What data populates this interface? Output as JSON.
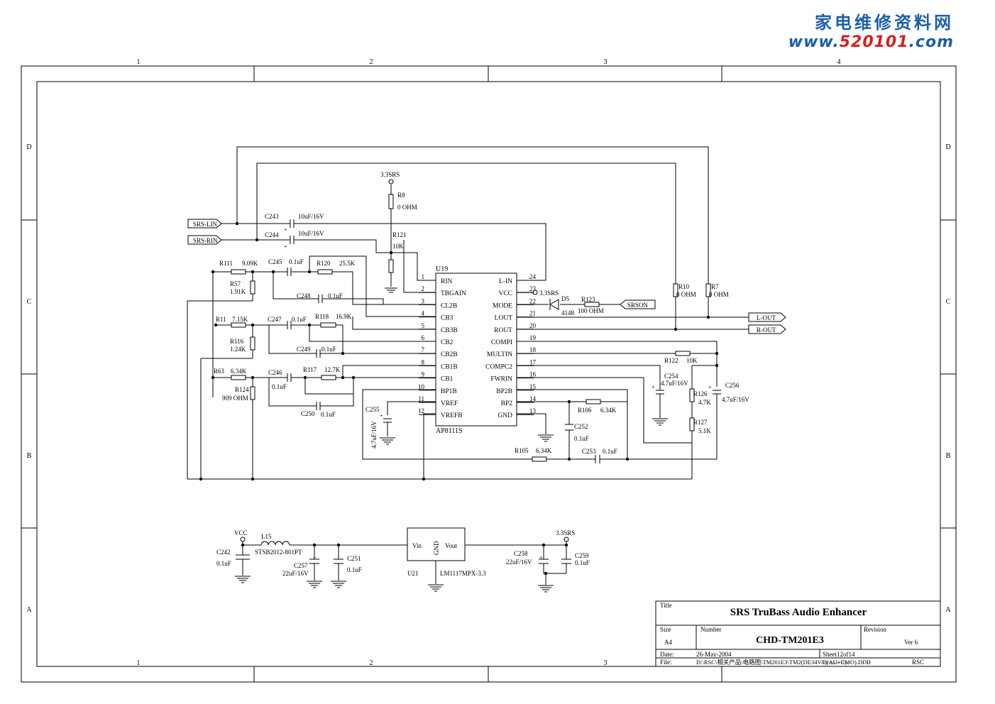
{
  "watermark": {
    "line1": "家电维修资料网",
    "url_prefix": "www.",
    "url_red": "520101",
    "url_suffix": ".com"
  },
  "border": {
    "cols_top": [
      "1",
      "2",
      "3",
      "4"
    ],
    "cols_bottom": [
      "1",
      "2",
      "3"
    ],
    "rows": [
      "D",
      "C",
      "B",
      "A"
    ]
  },
  "ic_u19": {
    "ref": "U19",
    "part": "AP8111S",
    "left_pins": [
      {
        "num": "1",
        "name": "RIN"
      },
      {
        "num": "2",
        "name": "TBGAIN"
      },
      {
        "num": "3",
        "name": "CL2B"
      },
      {
        "num": "4",
        "name": "CB3"
      },
      {
        "num": "5",
        "name": "CB3B"
      },
      {
        "num": "6",
        "name": "CB2"
      },
      {
        "num": "7",
        "name": "CB2B"
      },
      {
        "num": "8",
        "name": "CB1B"
      },
      {
        "num": "9",
        "name": "CB1"
      },
      {
        "num": "10",
        "name": "BP1B"
      },
      {
        "num": "11",
        "name": "VREF"
      },
      {
        "num": "12",
        "name": "VREFB"
      }
    ],
    "right_pins": [
      {
        "num": "24",
        "name": "L-IN"
      },
      {
        "num": "23",
        "name": "VCC"
      },
      {
        "num": "22",
        "name": "MODE"
      },
      {
        "num": "21",
        "name": "LOUT"
      },
      {
        "num": "20",
        "name": "ROUT"
      },
      {
        "num": "19",
        "name": "COMPI"
      },
      {
        "num": "18",
        "name": "MULTIN"
      },
      {
        "num": "17",
        "name": "COMPC2"
      },
      {
        "num": "16",
        "name": "FWRIN"
      },
      {
        "num": "15",
        "name": "BP2B"
      },
      {
        "num": "14",
        "name": "BP2"
      },
      {
        "num": "13",
        "name": "GND"
      }
    ]
  },
  "ports": {
    "srs_lin": "SRS-LIN",
    "srs_rin": "SRS-RIN",
    "srson": "SRSON",
    "lout": "L-OUT",
    "rout": "R-OUT"
  },
  "power": {
    "v33a": "3.3SRS",
    "v33b": "3.3SRS",
    "v33c": "3.3SRS",
    "vcc": "VCC"
  },
  "parts": {
    "c243": "C243",
    "c243v": "10uF/16V",
    "c244": "C244",
    "c244v": "10uF/16V",
    "r8": "R8",
    "r8v": "0 OHM",
    "r121": "R121",
    "r121v": "10K",
    "r111": "R111",
    "r111v": "9.09K",
    "r57": "R57",
    "r57v": "1.91K",
    "c245": "C245",
    "c245v": "0.1uF",
    "r120": "R120",
    "r120v": "25.5K",
    "c248": "C248",
    "c248v": "0.1uF",
    "r11": "R11",
    "r11v": "7.15K",
    "c247": "C247",
    "c247v": "0.1uF",
    "r118": "R118",
    "r118v": "16.9K",
    "r116": "R116",
    "r116v": "1.24K",
    "c249": "C249",
    "c249v": "0.1uF",
    "r63": "R63",
    "r63v": "6.34K",
    "c246": "C246",
    "c246v": "0.1uF",
    "r117": "R117",
    "r117v": "12.7K",
    "r124": "R124",
    "r124v": "909 OHM",
    "c250": "C250",
    "c250v": "0.1uF",
    "c255": "C255",
    "c255v": "4.7uF/16V",
    "d5": "D5",
    "d5v": "4148",
    "r123": "R123",
    "r123v": "100 OHM",
    "r10": "R10",
    "r10v": "0 OHM",
    "r7": "R7",
    "r7v": "0 OHM",
    "r122": "R122",
    "r122v": "10K",
    "c254": "C254",
    "c254v": "4.7uF/16V",
    "r126": "R126",
    "r126v": "4.7K",
    "c256": "C256",
    "c256v": "4.7uF/16V",
    "r127": "R127",
    "r127v": "5.1K",
    "r106": "R106",
    "r106v": "6.34K",
    "c252": "C252",
    "c252v": "0.1uF",
    "r105": "R105",
    "r105v": "6.34K",
    "c253": "C253",
    "c253v": "0.1uF",
    "l15": "L15",
    "l15v": "STSB2012-801PT",
    "c242": "C242",
    "c242v": "0.1uF",
    "c257": "C257",
    "c257v": "22uF/16V",
    "c251": "C251",
    "c251v": "0.1uF",
    "u21": "U21",
    "u21v": "LM1117MPX-3.3",
    "u21_vin": "Vin",
    "u21_gnd": "GND",
    "u21_vout": "Vout",
    "c258": "C258",
    "c258v": "22uF/16V",
    "c259": "C259",
    "c259v": "0.1uF"
  },
  "title_block": {
    "title_label": "Title",
    "title": "SRS TruBass Audio Enhancer",
    "size_label": "Size",
    "size": "A4",
    "number_label": "Number",
    "number": "CHD-TM201E3",
    "revision_label": "Revision",
    "revision": "Ver 6",
    "date_label": "Date:",
    "date": "26-May-2004",
    "sheet": "Sheet12of14",
    "file_label": "File:",
    "file": "D:\\RSC\\相关产品\\电路图\\TM201E3\\TM2(DE34V0)(AU+CMO).DDB",
    "drawn_by": "Drawn By:",
    "drawn": "RSC"
  }
}
